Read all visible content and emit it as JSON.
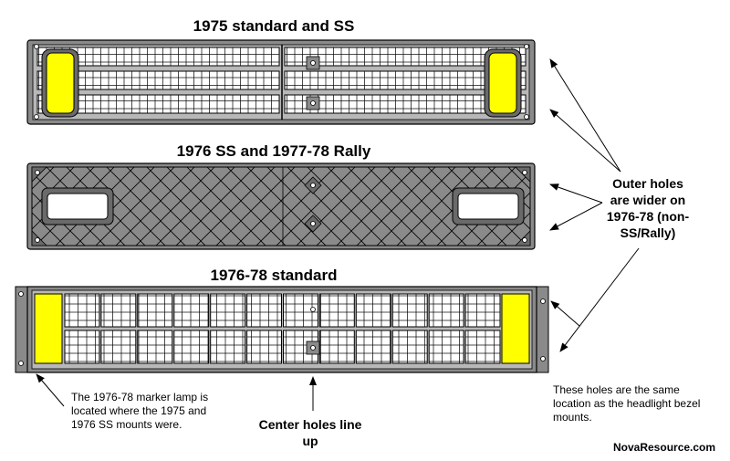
{
  "titles": {
    "grille_1975": "1975 standard and SS",
    "grille_1976_ss": "1976 SS and 1977-78 Rally",
    "grille_1976_std": "1976-78 standard"
  },
  "notes": {
    "outer_holes": "Outer holes are wider on 1976-78 (non-SS/Rally)",
    "marker_lamp": "The 1976-78 marker lamp is located where the 1975 and 1976 SS mounts were.",
    "center_holes": "Center holes line up",
    "same_location": "These holes are the same location as the headlight bezel mounts."
  },
  "credit": "NovaResource.com",
  "colors": {
    "lamp": "#ffff00",
    "frame_dark": "#505050",
    "frame_mid": "#8a8a8a",
    "frame_light": "#c8c8c8",
    "grid": "#000000"
  }
}
